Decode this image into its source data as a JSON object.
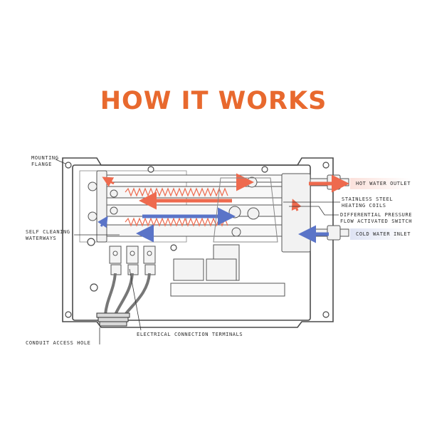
{
  "title": "HOW IT WORKS",
  "colors": {
    "accent": "#e8692e",
    "hot": "#ee6a4e",
    "cold": "#5a74c8",
    "line": "#4a4a4a"
  },
  "labels": {
    "mounting_flange": [
      "MOUNTING",
      "FLANGE"
    ],
    "self_cleaning": [
      "SELF CLEANING",
      "WATERWAYS"
    ],
    "conduit": "CONDUIT ACCESS HOLE",
    "electrical": "ELECTRICAL CONNECTION TERMINALS",
    "hot_outlet": "HOT WATER OUTLET",
    "coils": [
      "STAINLESS STEEL",
      "HEATING COILS"
    ],
    "switch": [
      "DIFFERENTIAL PRESSURE",
      "FLOW ACTIVATED SWITCH"
    ],
    "cold_inlet": "COLD WATER INLET"
  }
}
